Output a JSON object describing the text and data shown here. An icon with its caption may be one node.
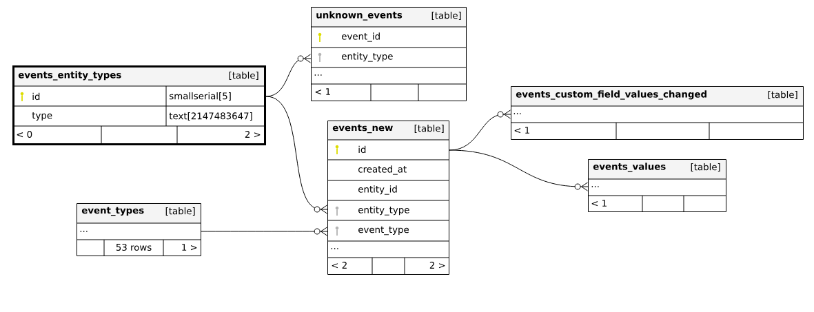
{
  "diagram": {
    "nodes": [
      {
        "text": [
          "events_entity_types",
          "[table]",
          "id",
          "smallserial[5]",
          "type",
          "text[2147483647]",
          "< 0",
          "2 >"
        ]
      },
      {
        "text": [
          "unknown_events",
          "[table]",
          "event_id",
          "entity_type",
          "...",
          "< 1"
        ]
      },
      {
        "text": [
          "events_custom_field_values_changed",
          "[table]",
          "...",
          "< 1"
        ]
      },
      {
        "text": [
          "events_new",
          "[table]",
          "id",
          "created_at",
          "entity_id",
          "entity_type",
          "event_type",
          "...",
          "< 2",
          "2 >"
        ]
      },
      {
        "text": [
          "events_values",
          "[table]",
          "...",
          "< 1"
        ]
      },
      {
        "text": [
          "event_types",
          "[table]",
          "...",
          "53 rows",
          "1 >"
        ]
      }
    ],
    "edges": [
      {
        "from": 0,
        "to": 1,
        "arrow": "other"
      },
      {
        "from": 0,
        "to": 3,
        "arrow": "other"
      },
      {
        "from": 3,
        "to": 2,
        "arrow": "other"
      },
      {
        "from": 3,
        "to": 4,
        "arrow": "other"
      },
      {
        "from": 5,
        "to": 3,
        "arrow": "other"
      }
    ]
  }
}
